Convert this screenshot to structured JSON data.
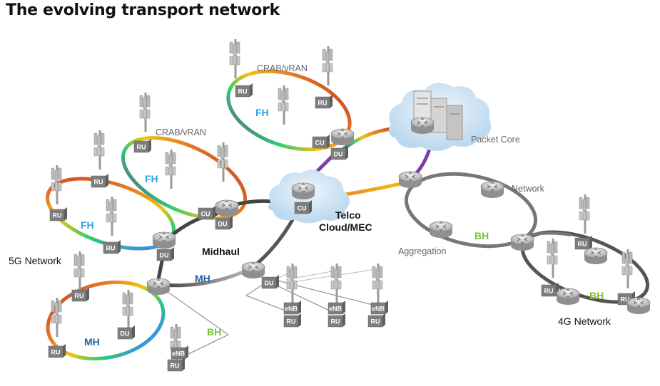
{
  "title": "The evolving transport network",
  "colors": {
    "fh": "#29a3e6",
    "mh": "#1f5fa6",
    "bh": "#7cbf3a",
    "box": "#7d7d7d",
    "grey_ring": "#8a8a8a"
  },
  "labels": {
    "crab_top": "CRAB/vRAN",
    "crab_mid": "CRAB/vRAN",
    "packet_core": "Packet Core",
    "network": "Network",
    "aggregation": "Aggregation",
    "telco_line1": "Telco",
    "telco_line2": "Cloud/MEC",
    "midhaul": "Midhaul",
    "network_5g": "5G Network",
    "network_4g": "4G Network",
    "fh_top": "FH",
    "fh_mid": "FH",
    "fh_left": "FH",
    "mh_center": "MH",
    "mh_bottom": "MH",
    "bh_right": "BH",
    "bh_bottom": "BH",
    "bh_4g": "BH"
  },
  "boxes": {
    "ru": "RU",
    "cu": "CU",
    "du": "DU",
    "enb": "eNB"
  },
  "icons": [
    "router-icon",
    "cell-tower-icon",
    "server-icon",
    "cloud-icon"
  ]
}
